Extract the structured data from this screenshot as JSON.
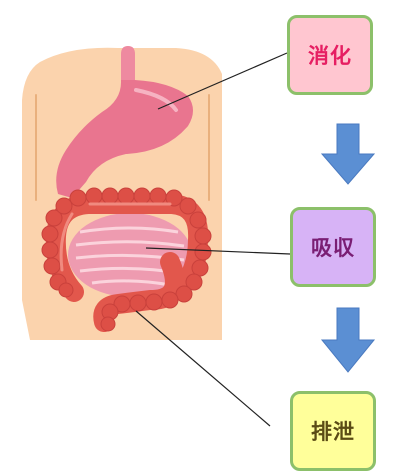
{
  "labels": {
    "digestion": "消化",
    "absorption": "吸収",
    "excretion": "排泄"
  },
  "colors": {
    "skin": "#fbd3ad",
    "skin_outline": "#e9b07d",
    "stomach": "#e9758f",
    "small_intestine": "#ee9bb0",
    "large_intestine": "#e2574c",
    "arrow": "#5b8fd3",
    "box_border": "#8cc06a",
    "digestion_bg": "#ffc6d0",
    "digestion_text": "#e61e62",
    "absorption_bg": "#d7b3f6",
    "absorption_text": "#7a1e74",
    "excretion_bg": "#ffff9a",
    "excretion_text": "#5a4b15"
  }
}
